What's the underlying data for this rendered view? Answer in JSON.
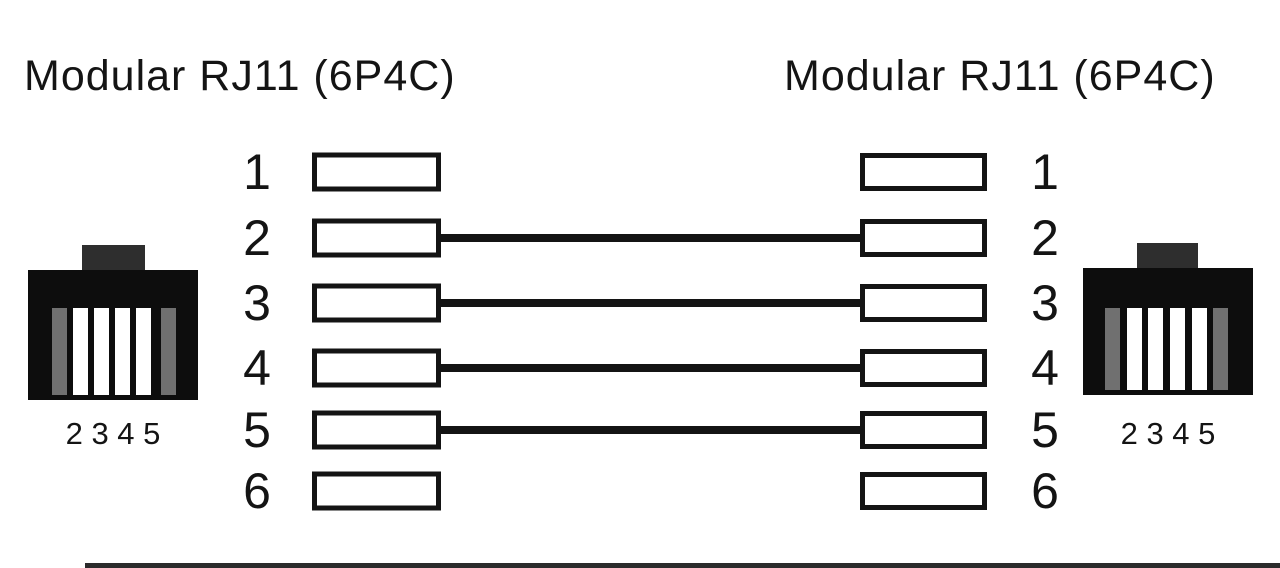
{
  "diagram": {
    "type": "cable-pinout",
    "description": "Straight-through RJ11 (6P4C) to RJ11 (6P4C) cable pinout; pins 2-5 wired, pins 1 and 6 unused"
  },
  "left": {
    "title": "Modular RJ11 (6P4C)",
    "jack_label": "2 3 4 5"
  },
  "right": {
    "title": "Modular RJ11 (6P4C)",
    "jack_label": "2 3 4 5"
  },
  "pins": [
    {
      "left_number": "1",
      "right_number": "1",
      "connected": false
    },
    {
      "left_number": "2",
      "right_number": "2",
      "connected": true
    },
    {
      "left_number": "3",
      "right_number": "3",
      "connected": true
    },
    {
      "left_number": "4",
      "right_number": "4",
      "connected": true
    },
    {
      "left_number": "5",
      "right_number": "5",
      "connected": true
    },
    {
      "left_number": "6",
      "right_number": "6",
      "connected": false
    }
  ],
  "connections": [
    [
      "2",
      "2"
    ],
    [
      "3",
      "3"
    ],
    [
      "4",
      "4"
    ],
    [
      "5",
      "5"
    ]
  ],
  "colors": {
    "wire": "#141414",
    "text": "#141414",
    "jack_body": "#0d0d0d",
    "jack_tab": "#2e2e2e",
    "jack_slot_gray": "#707070",
    "jack_slot_white": "#ffffff"
  }
}
